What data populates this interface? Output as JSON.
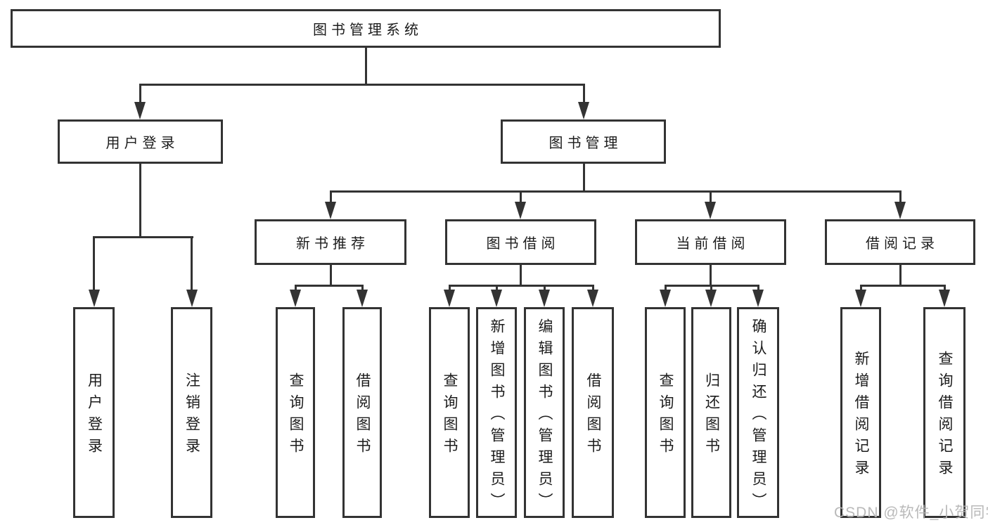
{
  "diagram": {
    "root": {
      "label": "图书管理系统"
    },
    "branches": [
      {
        "label": "用户登录",
        "children": [
          {
            "label": "用户登录"
          },
          {
            "label": "注销登录"
          }
        ]
      },
      {
        "label": "图书管理",
        "children": [
          {
            "label": "新书推荐",
            "children": [
              {
                "label": "查询图书"
              },
              {
                "label": "借阅图书"
              }
            ]
          },
          {
            "label": "图书借阅",
            "children": [
              {
                "label": "查询图书"
              },
              {
                "label": "新增图书（管理员）"
              },
              {
                "label": "编辑图书（管理员）"
              },
              {
                "label": "借阅图书"
              }
            ]
          },
          {
            "label": "当前借阅",
            "children": [
              {
                "label": "查询图书"
              },
              {
                "label": "归还图书"
              },
              {
                "label": "确认归还（管理员）"
              }
            ]
          },
          {
            "label": "借阅记录",
            "children": [
              {
                "label": "新增借阅记录"
              },
              {
                "label": "查询借阅记录"
              }
            ]
          }
        ]
      }
    ]
  },
  "watermark": {
    "text": "CSDN @软件_小贺同学"
  },
  "colors": {
    "line": "#333333",
    "text": "#1c1c1c",
    "background": "#ffffff",
    "watermark": "#b4b4b4"
  }
}
